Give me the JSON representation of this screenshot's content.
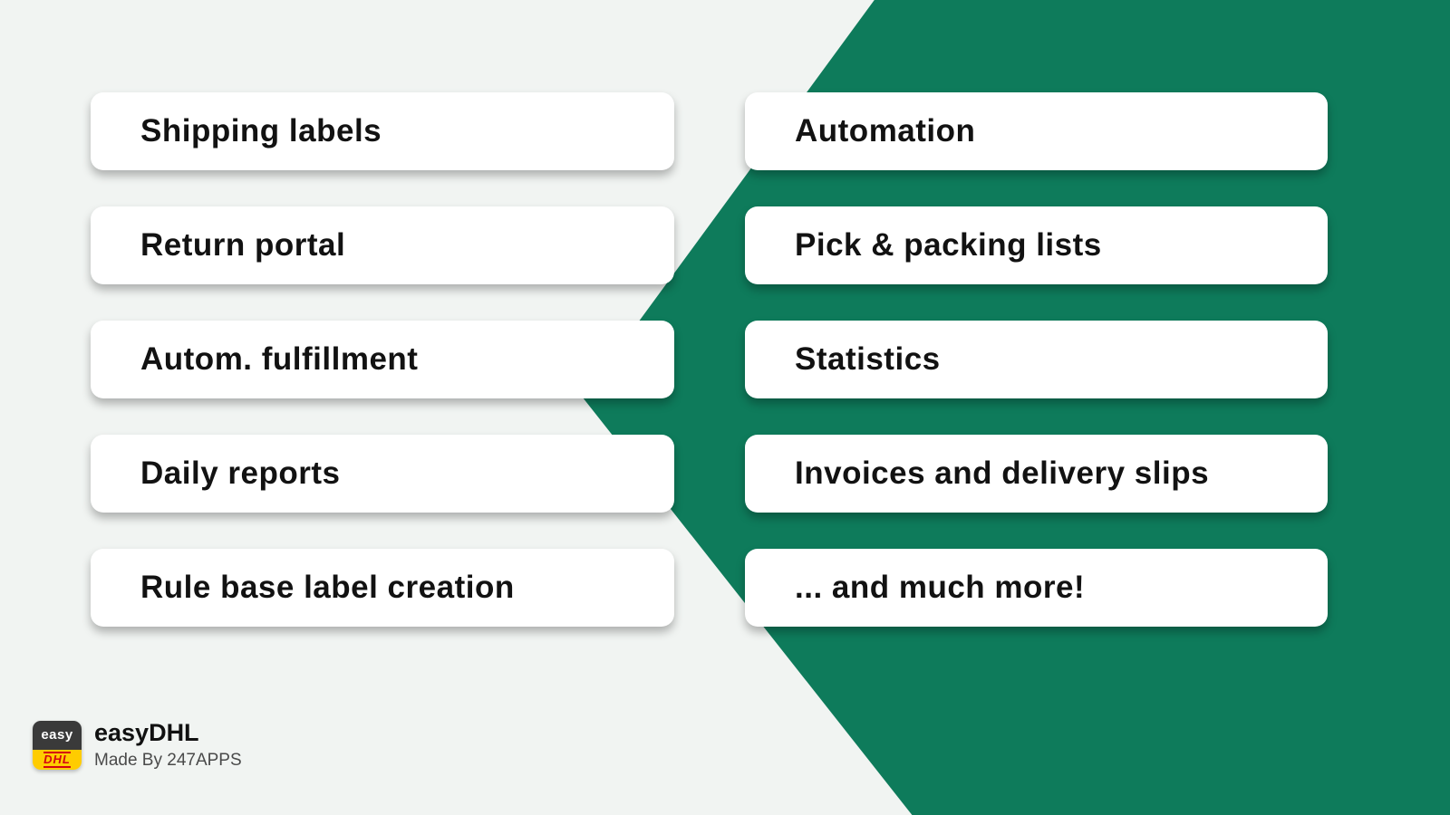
{
  "app": {
    "name": "easyDHL",
    "made_by": "Made By 247APPS",
    "logo": {
      "top_text": "easy",
      "bottom_text": "DHL"
    }
  },
  "features": {
    "left": [
      "Shipping labels",
      "Return portal",
      "Autom. fulfillment",
      "Daily reports",
      "Rule base label creation"
    ],
    "right": [
      "Automation",
      "Pick & packing lists",
      "Statistics",
      "Invoices and delivery slips",
      "... and much more!"
    ]
  },
  "colors": {
    "background": "#F1F4F2",
    "accent_green": "#0E7B5B",
    "card": "#FFFFFF",
    "text": "#121212",
    "logo_dark": "#3A3A3A",
    "logo_yellow": "#FFCC00",
    "logo_red": "#D40511"
  }
}
